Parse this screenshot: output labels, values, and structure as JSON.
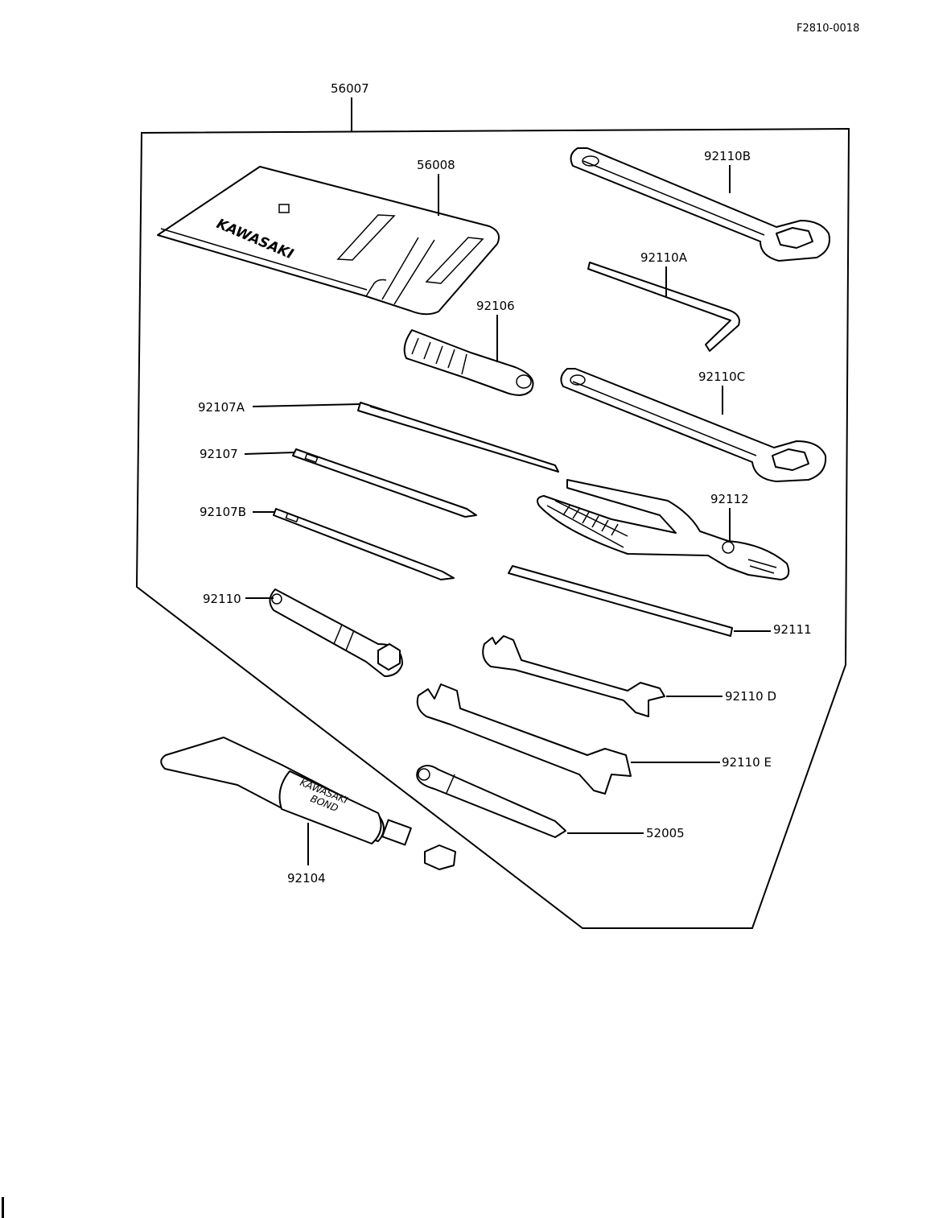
{
  "drawing_code": "F2810-0018",
  "labels": {
    "kit": "56007",
    "pouch": "56008",
    "wrench_b": "92110B",
    "hex_key": "92110A",
    "handle": "92106",
    "wrench_c": "92110C",
    "driver_a": "92107A",
    "driver": "92107",
    "pliers": "92112",
    "driver_b": "92107B",
    "socket": "92110",
    "bar": "92111",
    "wrench_d": "92110 D",
    "wrench_e": "92110 E",
    "bond": "92104",
    "plug_tool": "52005"
  }
}
